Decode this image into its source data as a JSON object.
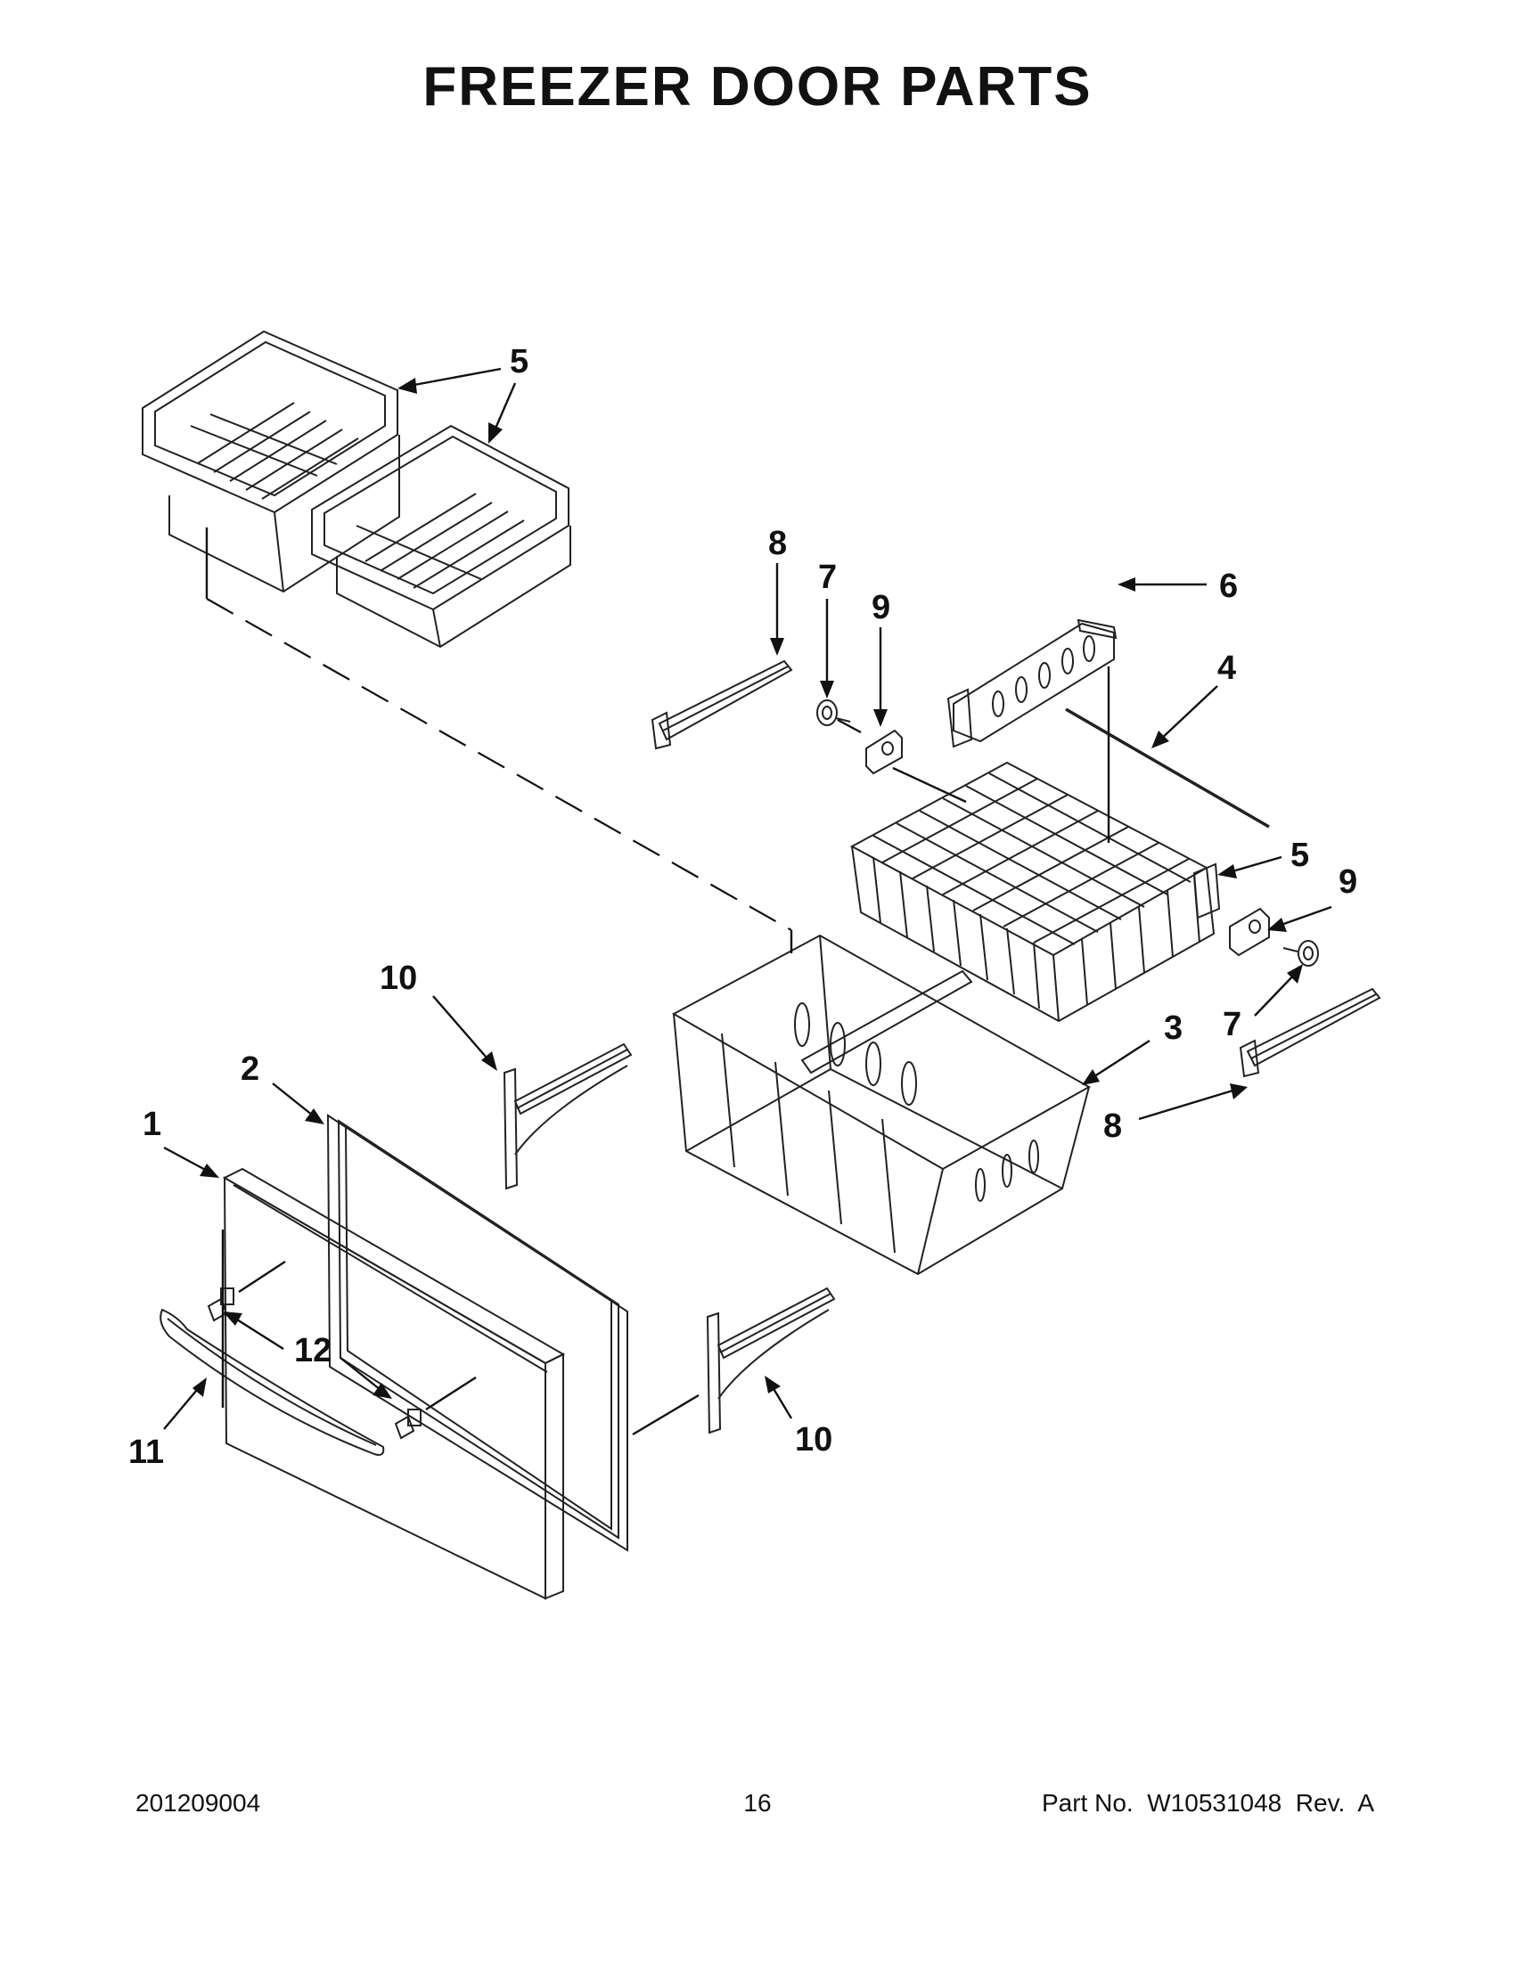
{
  "title": "FREEZER DOOR PARTS",
  "callouts": {
    "c1": "1",
    "c2": "2",
    "c3": "3",
    "c4": "4",
    "c5a": "5",
    "c5b": "5",
    "c6": "6",
    "c7a": "7",
    "c7b": "7",
    "c8a": "8",
    "c8b": "8",
    "c9a": "9",
    "c9b": "9",
    "c10a": "10",
    "c10b": "10",
    "c11": "11",
    "c12": "12"
  },
  "footer": {
    "doc_code": "201209004",
    "page_number": "16",
    "part_number": "Part No.  W10531048  Rev.  A"
  }
}
